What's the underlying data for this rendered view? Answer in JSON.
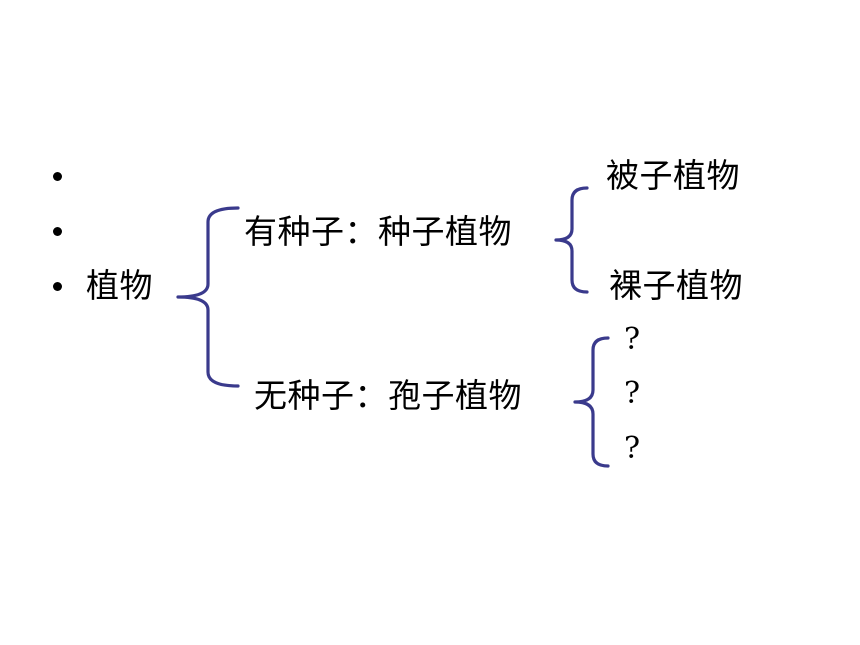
{
  "root": {
    "label": "植物"
  },
  "branches": [
    {
      "label": "有种子：种子植物",
      "children": [
        "被子植物",
        "裸子植物"
      ]
    },
    {
      "label": "无种子：孢子植物",
      "children": [
        "?",
        "?",
        "?"
      ]
    }
  ],
  "colors": {
    "brace": "#3a3a8c",
    "text": "#000000",
    "background": "#ffffff"
  }
}
